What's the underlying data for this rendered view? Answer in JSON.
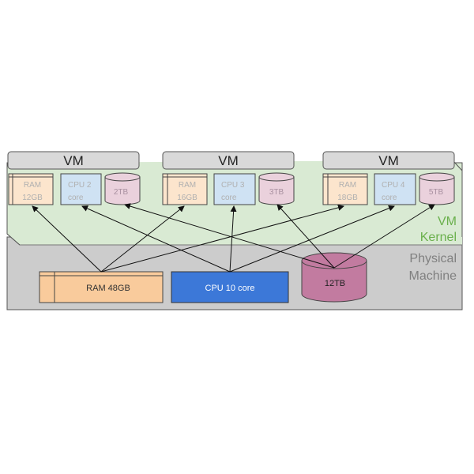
{
  "colors": {
    "kernel_fill": "#d9ead3",
    "physical_fill": "#cccccc",
    "vm_header_fill": "#d9d9d9",
    "ram_virtual": "#fce5cd",
    "cpu_virtual": "#cfe2f3",
    "disk_virtual": "#ead1dc",
    "ram_physical": "#f9cb9c",
    "cpu_physical": "#3c78d8",
    "disk_physical": "#c27ba0",
    "kernel_text": "#6ab04c",
    "physical_text": "#808080"
  },
  "layers": {
    "kernel_label_line1": "VM",
    "kernel_label_line2": "Kernel",
    "physical_label_line1": "Physical",
    "physical_label_line2": "Machine"
  },
  "vms": [
    {
      "title": "VM",
      "ram_line1": "RAM",
      "ram_line2": "12GB",
      "cpu_line1": "CPU 2",
      "cpu_line2": "core",
      "disk": "2TB"
    },
    {
      "title": "VM",
      "ram_line1": "RAM",
      "ram_line2": "16GB",
      "cpu_line1": "CPU 3",
      "cpu_line2": "core",
      "disk": "3TB"
    },
    {
      "title": "VM",
      "ram_line1": "RAM",
      "ram_line2": "18GB",
      "cpu_line1": "CPU 4",
      "cpu_line2": "core",
      "disk": "5TB"
    }
  ],
  "physical": {
    "ram": "RAM 48GB",
    "cpu": "CPU 10 core",
    "disk": "12TB"
  },
  "connections": [
    {
      "from": "physical-ram",
      "to": "vm1-ram"
    },
    {
      "from": "physical-ram",
      "to": "vm2-ram"
    },
    {
      "from": "physical-ram",
      "to": "vm3-ram"
    },
    {
      "from": "physical-cpu",
      "to": "vm1-cpu"
    },
    {
      "from": "physical-cpu",
      "to": "vm2-cpu"
    },
    {
      "from": "physical-cpu",
      "to": "vm3-cpu"
    },
    {
      "from": "physical-disk",
      "to": "vm1-disk"
    },
    {
      "from": "physical-disk",
      "to": "vm2-disk"
    },
    {
      "from": "physical-disk",
      "to": "vm3-disk"
    }
  ]
}
